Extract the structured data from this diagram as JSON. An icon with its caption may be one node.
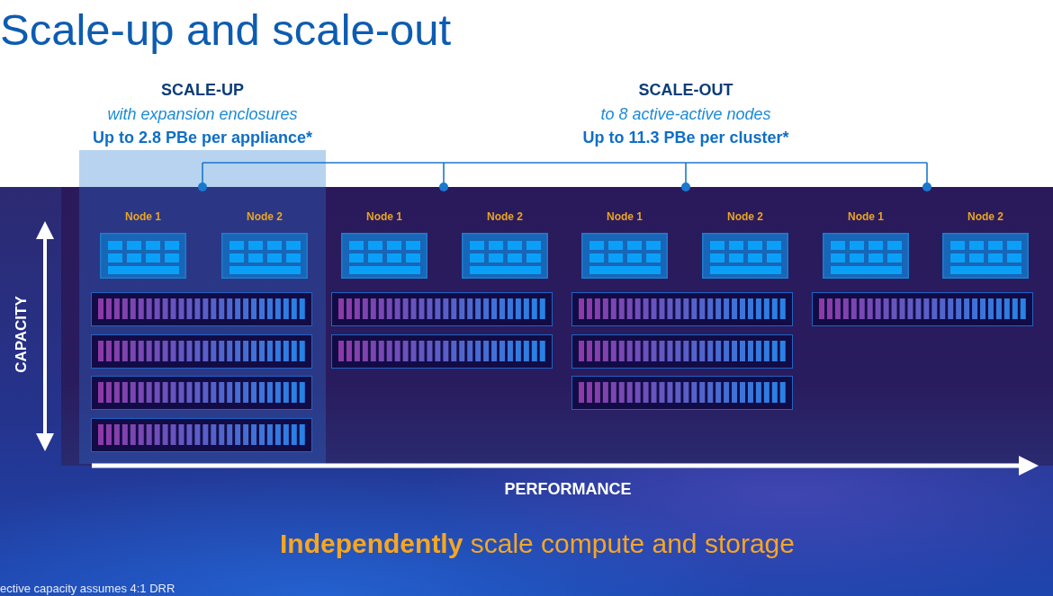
{
  "diagram": {
    "title": "Scale-up and scale-out",
    "nodes": [
      {
        "text": [
          "SCALE-UP",
          "with expansion enclosures",
          "Up to 2.8 PBe per appliance*"
        ]
      },
      {
        "text": [
          "Node 1"
        ],
        "in": 0
      },
      {
        "text": [
          "Node 2"
        ],
        "in": 0
      },
      {
        "text": [],
        "shape": "box",
        "in": 0
      },
      {
        "text": [],
        "shape": "box",
        "in": 0
      },
      {
        "text": [],
        "shape": "box",
        "in": 0
      },
      {
        "text": [],
        "shape": "box",
        "in": 0
      },
      {
        "text": [
          "Node 1"
        ]
      },
      {
        "text": [
          "Node 2"
        ]
      },
      {
        "text": [],
        "shape": "box"
      },
      {
        "text": [],
        "shape": "box"
      },
      {
        "text": [
          "Node 1"
        ]
      },
      {
        "text": [
          "Node 2"
        ]
      },
      {
        "text": [],
        "shape": "box"
      },
      {
        "text": [],
        "shape": "box"
      },
      {
        "text": [],
        "shape": "box"
      },
      {
        "text": [
          "Node 1"
        ]
      },
      {
        "text": [
          "Node 2"
        ]
      },
      {
        "text": [],
        "shape": "box"
      }
    ],
    "labels": [
      "SCALE-OUT",
      "to 8 active-active nodes",
      "Up to 11.3 PBe per cluster*",
      "CAPACITY",
      "PERFORMANCE",
      "**Independently** scale compute and storage",
      "ective capacity assumes 4:1 DRR"
    ]
  }
}
